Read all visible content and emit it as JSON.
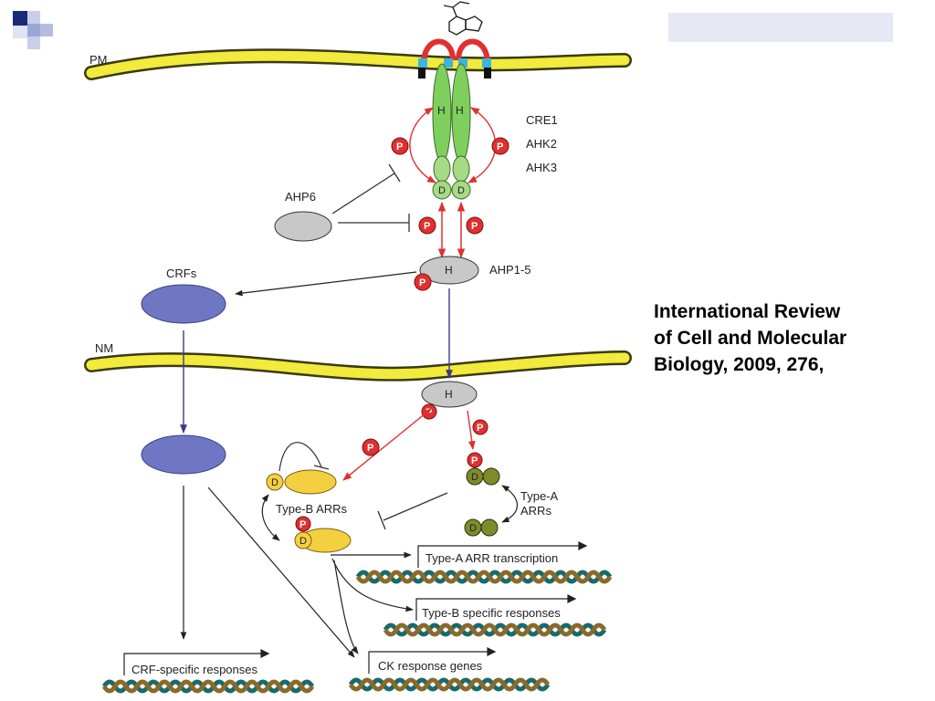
{
  "slide": {
    "colors": {
      "membrane": "#f2ea3c",
      "membrane_edge": "#3a3a10",
      "histidine_kinase": "#7fcf5e",
      "receiver": "#a7da86",
      "phosphate": "#e03030",
      "ahp": "#c8c8c8",
      "crf": "#6f76c4",
      "type_b": "#f4d040",
      "type_a": "#7f8a2a",
      "phospho_arrow": "#e03030",
      "accent_square": "#1a2a7a",
      "accent_light": "#9aa6d6"
    },
    "icons": [
      "corner-squares-logo-icon",
      "dna-helix-icon",
      "cytokinin-molecule-icon"
    ]
  },
  "diagram": {
    "labels": {
      "pm": "PM",
      "nm": "NM",
      "receptors": [
        "CRE1",
        "AHK2",
        "AHK3"
      ],
      "ahp6": "AHP6",
      "ahp15": "AHP1-5",
      "crfs": "CRFs",
      "type_b": "Type-B ARRs",
      "type_a": [
        "Type-A",
        "ARRs"
      ],
      "type_a_transcription": "Type-A ARR transcription",
      "type_b_responses": "Type-B specific responses",
      "crf_responses": "CRF-specific responses",
      "ck_genes": "CK response genes",
      "h": "H",
      "d": "D",
      "p": "P"
    }
  },
  "citation": {
    "lines": [
      "International Review",
      "of Cell and Molecular",
      "Biology,  2009, 276,"
    ]
  }
}
